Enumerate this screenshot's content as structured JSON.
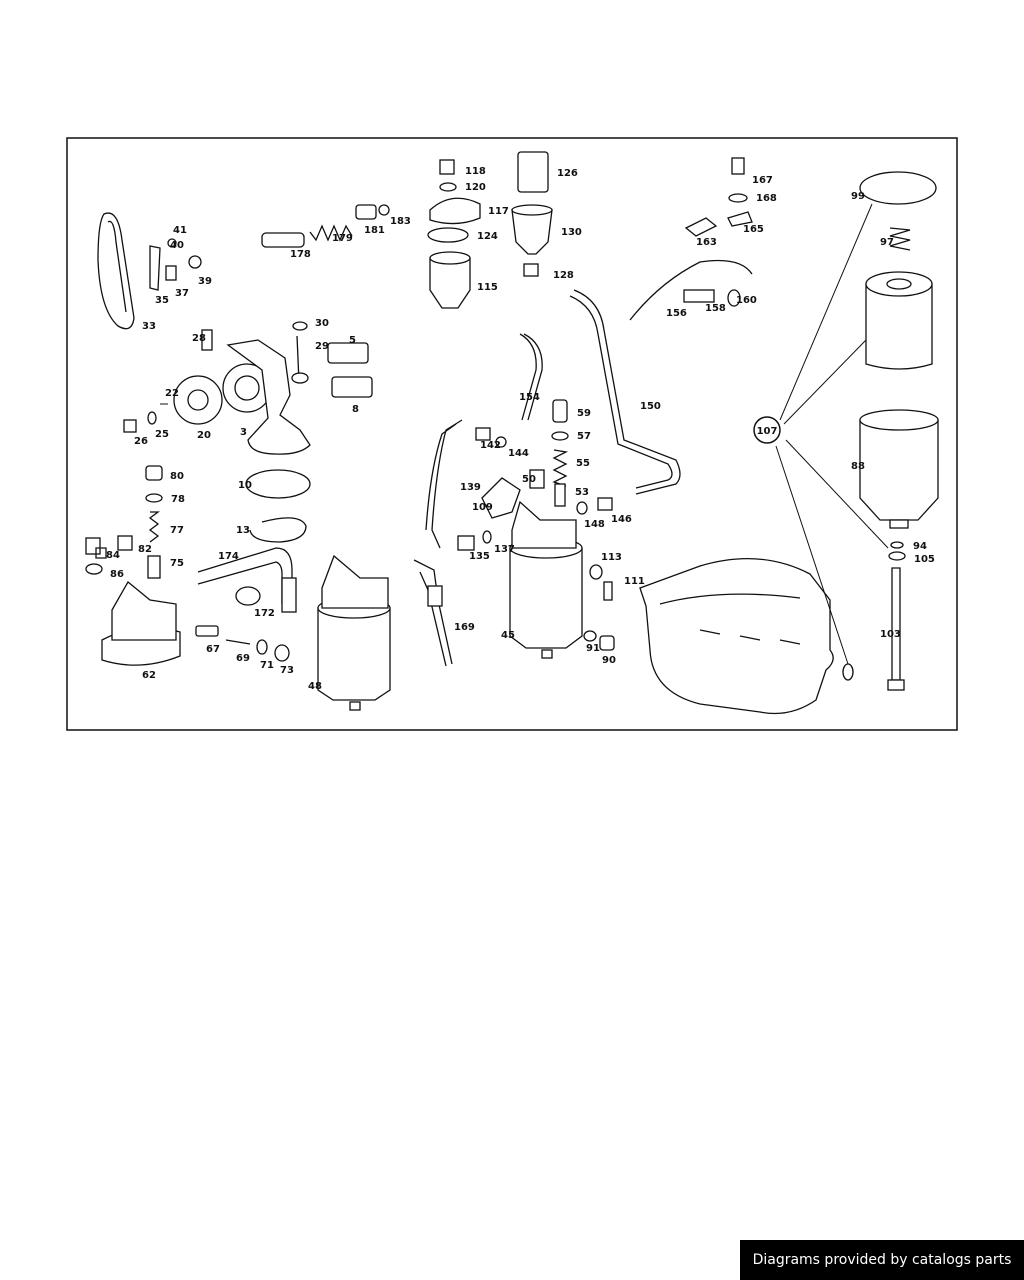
{
  "diagram": {
    "callouts": [
      "118",
      "120",
      "126",
      "117",
      "124",
      "130",
      "128",
      "115",
      "167",
      "168",
      "163",
      "165",
      "99",
      "97",
      "183",
      "181",
      "179",
      "178",
      "41",
      "40",
      "39",
      "37",
      "35",
      "33",
      "30",
      "28",
      "29",
      "5",
      "8",
      "22",
      "20",
      "26",
      "25",
      "3",
      "10",
      "13",
      "160",
      "158",
      "156",
      "154",
      "150",
      "59",
      "57",
      "55",
      "142",
      "144",
      "139",
      "109",
      "50",
      "53",
      "148",
      "146",
      "80",
      "78",
      "77",
      "75",
      "84",
      "82",
      "86",
      "174",
      "172",
      "62",
      "67",
      "69",
      "71",
      "73",
      "48",
      "135",
      "137",
      "169",
      "113",
      "111",
      "45",
      "91",
      "90",
      "107",
      "88",
      "94",
      "105",
      "103"
    ],
    "hub_label": "107"
  },
  "footer": {
    "credit": "Diagrams provided by catalogs parts"
  }
}
